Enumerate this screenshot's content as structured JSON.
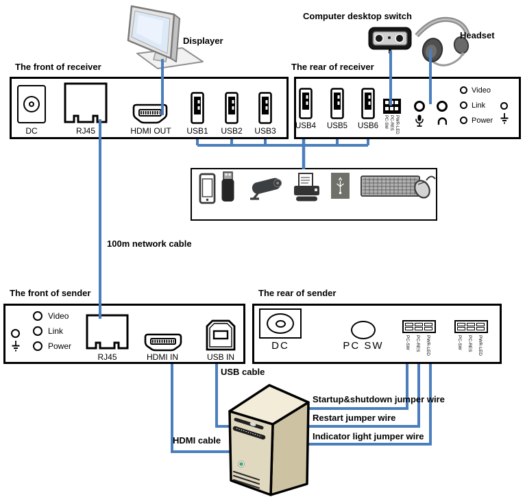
{
  "diagram": {
    "labels": {
      "displayer": "Displayer",
      "computer_desktop_switch": "Computer desktop switch",
      "headset": "Headset",
      "network_cable": "100m network cable",
      "usb_cable": "USB cable",
      "hdmi_cable": "HDMI cable",
      "jumper_startup": "Startup&shutdown jumper wire",
      "jumper_restart": "Restart jumper wire",
      "jumper_indicator": "Indicator light jumper wire"
    },
    "front_receiver": {
      "title": "The front of receiver",
      "dc": "DC",
      "rj45": "RJ45",
      "hdmi_out": "HDMI OUT",
      "usb1": "USB1",
      "usb2": "USB2",
      "usb3": "USB3"
    },
    "rear_receiver": {
      "title": "The rear of receiver",
      "usb4": "USB4",
      "usb5": "USB5",
      "usb6": "USB6",
      "leds": [
        "Video",
        "Link",
        "Power"
      ]
    },
    "front_sender": {
      "title": "The front of sender",
      "leds": [
        "Video",
        "Link",
        "Power"
      ],
      "rj45": "RJ45",
      "hdmi_in": "HDMI IN",
      "usb_in": "USB IN"
    },
    "rear_sender": {
      "title": "The rear of sender",
      "dc": "DC",
      "pc_sw": "PC SW"
    },
    "pin_header_labels": [
      "PC-SW",
      "PC-RES",
      "PWR-LED"
    ],
    "device_icons": [
      "smartphone",
      "usb-flash-drive",
      "surveillance-camera",
      "printer",
      "usb-device",
      "keyboard",
      "mouse"
    ],
    "colors": {
      "cable_blue": "#4a7ebc",
      "tower_beige": "#ddd5bc",
      "led_green": "#44a869"
    }
  }
}
